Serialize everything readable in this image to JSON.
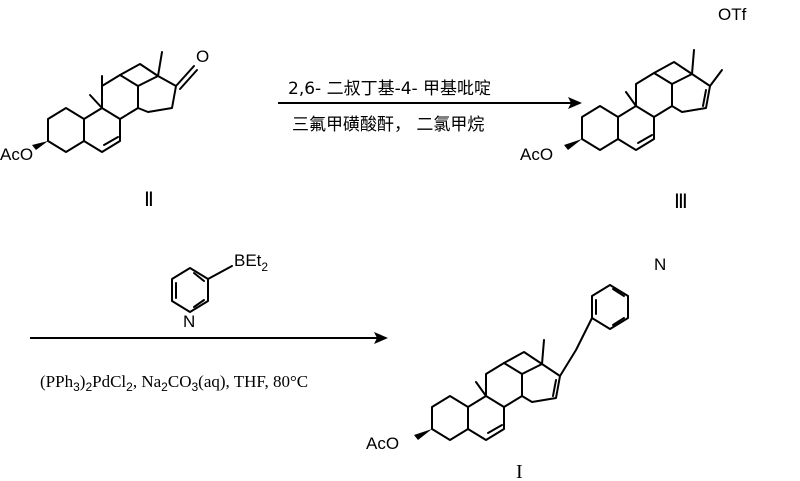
{
  "compounds": {
    "II": {
      "label": "Ⅱ",
      "carbonyl_atom": "O",
      "acetate": "AcO"
    },
    "III": {
      "label": "Ⅲ",
      "triflate": "OTf",
      "acetate": "AcO"
    },
    "I": {
      "label": "I",
      "pyridine_n": "N",
      "acetate": "AcO"
    }
  },
  "reagent_borane": {
    "pyridine_n": "N",
    "boron_group": "BEt",
    "boron_sub": "2"
  },
  "step1": {
    "line1": "2,6- 二叔丁基-4- 甲基吡啶",
    "line2": "三氟甲磺酸酐，  二氯甲烷"
  },
  "step2": {
    "conditions": "(PPh3)2PdCl2, Na2CO3(aq), THF, 80°C",
    "c1": "(PPh",
    "c1s": "3",
    "c2": ")",
    "c2s": "2",
    "c3": "PdCl",
    "c3s": "2",
    "c4": ", Na",
    "c4s": "2",
    "c5": "CO",
    "c5s": "3",
    "c6": "(aq), THF, 80°C"
  }
}
